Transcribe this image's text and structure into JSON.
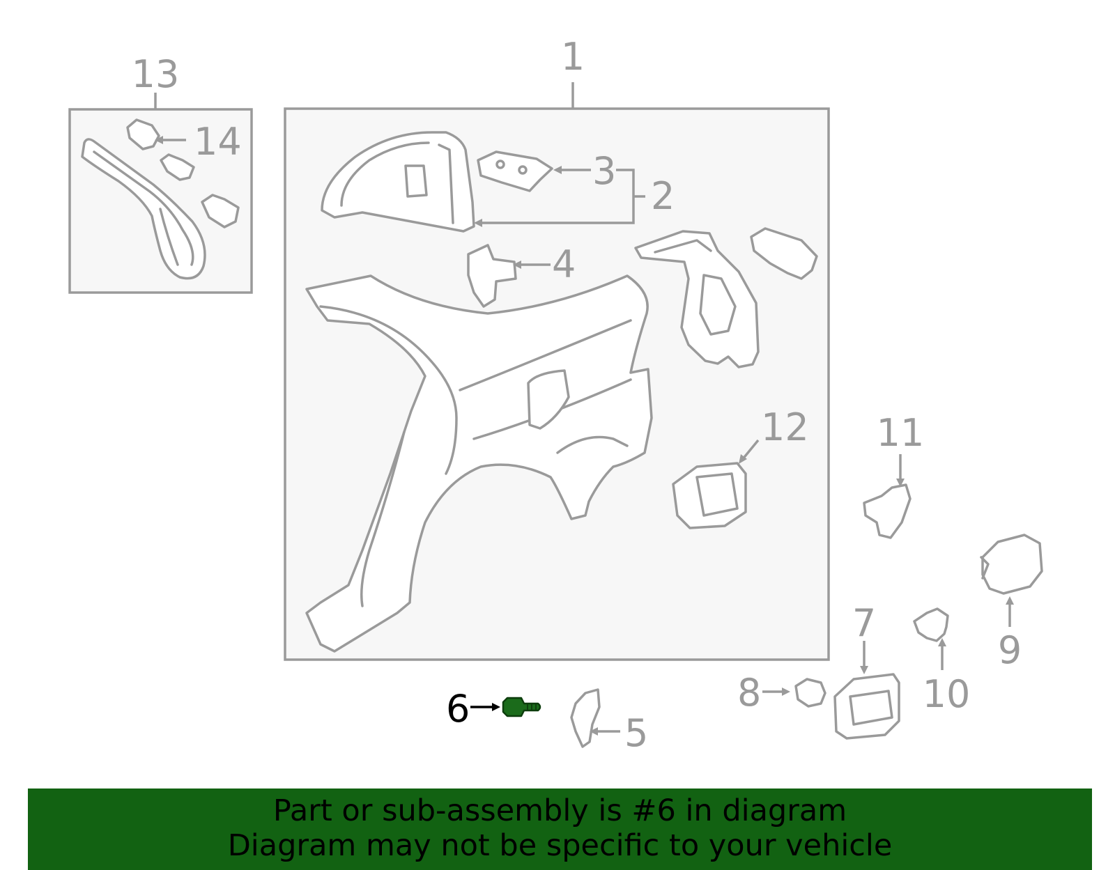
{
  "callouts": {
    "c1": "1",
    "c2": "2",
    "c3": "3",
    "c4": "4",
    "c5": "5",
    "c6": "6",
    "c7": "7",
    "c8": "8",
    "c9": "9",
    "c10": "10",
    "c11": "11",
    "c12": "12",
    "c13": "13",
    "c14": "14"
  },
  "highlighted_callout": "6",
  "icons": {
    "quarter_panel": "quarter-panel-icon",
    "wheelhouse": "wheelhouse-icon",
    "bracket": "bracket-icon",
    "bolt": "bolt-icon",
    "fuel_door": "fuel-door-icon",
    "trim_strip": "trim-strip-icon"
  },
  "colors": {
    "line": "#9a9a9a",
    "highlight_part": "#1b6b1b",
    "banner_bg": "#126212",
    "frame_bg": "#f7f7f7"
  },
  "banner": {
    "line1": "Part or sub-assembly is #6 in diagram",
    "line2": "Diagram may not be specific to your vehicle"
  }
}
